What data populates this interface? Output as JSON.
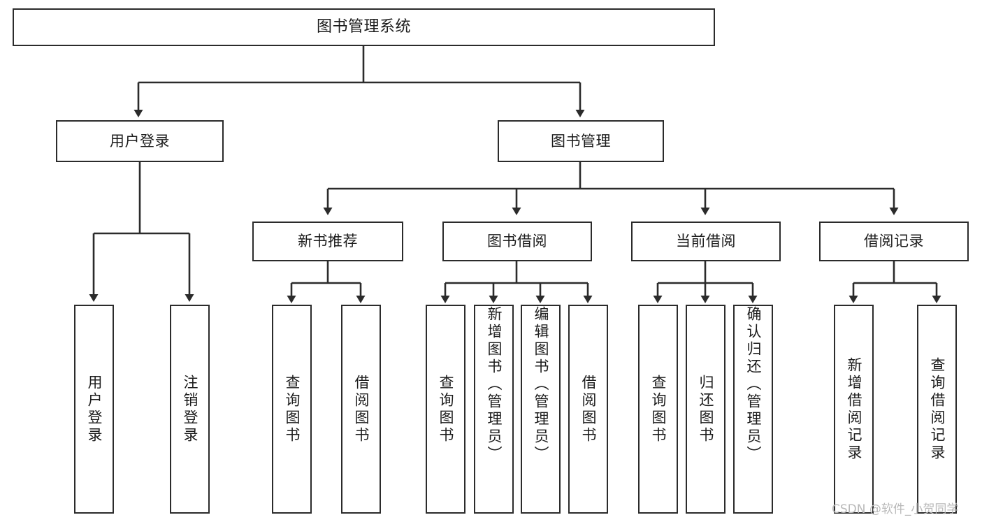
{
  "diagram": {
    "title": "图书管理系统",
    "nodes": {
      "root": "图书管理系统",
      "user_login": "用户登录",
      "book_manage": "图书管理",
      "new_book_rec": "新书推荐",
      "book_borrow": "图书借阅",
      "current_borrow": "当前借阅",
      "borrow_record": "借阅记录",
      "leaf_user_login": "用户登录",
      "leaf_logout": "注销登录",
      "leaf_query_book_a": "查询图书",
      "leaf_borrow_book_a": "借阅图书",
      "leaf_query_book_b": "查询图书",
      "leaf_add_book_admin": "新增图书（管理员）",
      "leaf_edit_book_admin": "编辑图书（管理员）",
      "leaf_borrow_book_b": "借阅图书",
      "leaf_query_book_c": "查询图书",
      "leaf_return_book": "归还图书",
      "leaf_confirm_return_admin": "确认归还（管理员）",
      "leaf_add_borrow_record": "新增借阅记录",
      "leaf_query_borrow_record": "查询借阅记录"
    }
  },
  "watermark": {
    "text": "CSDN @软件_小贺同学"
  },
  "colors": {
    "stroke": "#2b2b2b",
    "background": "#ffffff",
    "text": "#1c1c1c",
    "watermark": "#b9b9b9"
  }
}
